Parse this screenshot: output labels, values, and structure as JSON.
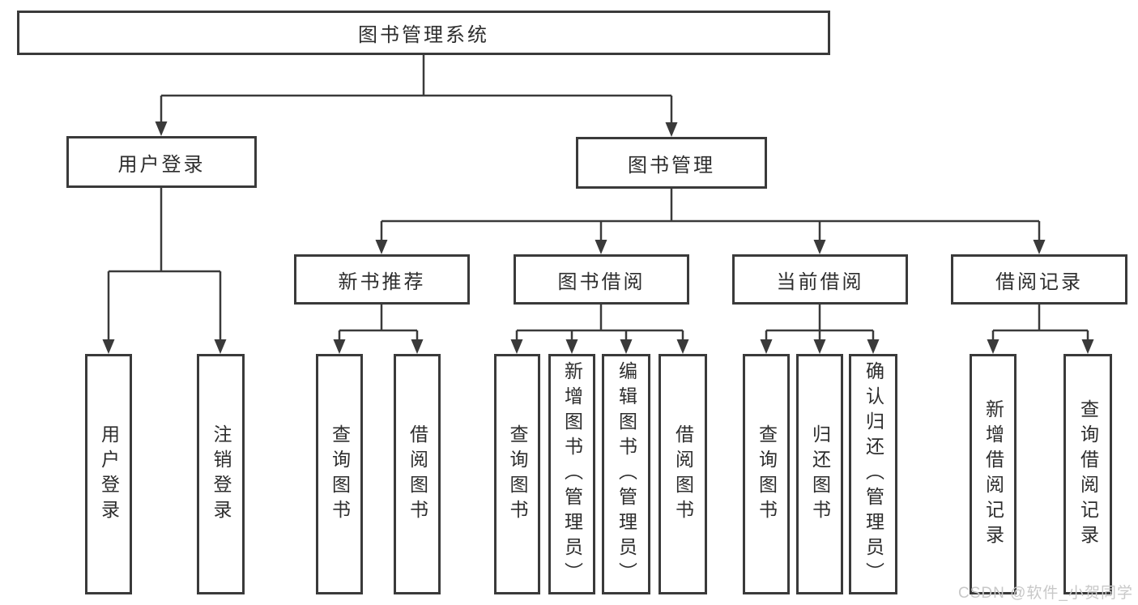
{
  "tree": {
    "root": {
      "label": "图书管理系统"
    },
    "branches": [
      {
        "label": "用户登录",
        "children": [
          {
            "label": "用户登录"
          },
          {
            "label": "注销登录"
          }
        ]
      },
      {
        "label": "图书管理",
        "sections": [
          {
            "label": "新书推荐",
            "children": [
              {
                "label": "查询图书"
              },
              {
                "label": "借阅图书"
              }
            ]
          },
          {
            "label": "图书借阅",
            "children": [
              {
                "label": "查询图书"
              },
              {
                "label": "新增图书（管理员）"
              },
              {
                "label": "编辑图书（管理员）"
              },
              {
                "label": "借阅图书"
              }
            ]
          },
          {
            "label": "当前借阅",
            "children": [
              {
                "label": "查询图书"
              },
              {
                "label": "归还图书"
              },
              {
                "label": "确认归还（管理员）"
              }
            ]
          },
          {
            "label": "借阅记录",
            "children": [
              {
                "label": "新增借阅记录"
              },
              {
                "label": "查询借阅记录"
              }
            ]
          }
        ]
      }
    ]
  },
  "watermark": {
    "text": "CSDN @软件_小贺同学",
    "color": "#c8c8c8"
  },
  "colors": {
    "line": "#3a3a3a",
    "box_border": "#3a3a3a",
    "text": "#2d2d2d",
    "background": "#ffffff"
  }
}
